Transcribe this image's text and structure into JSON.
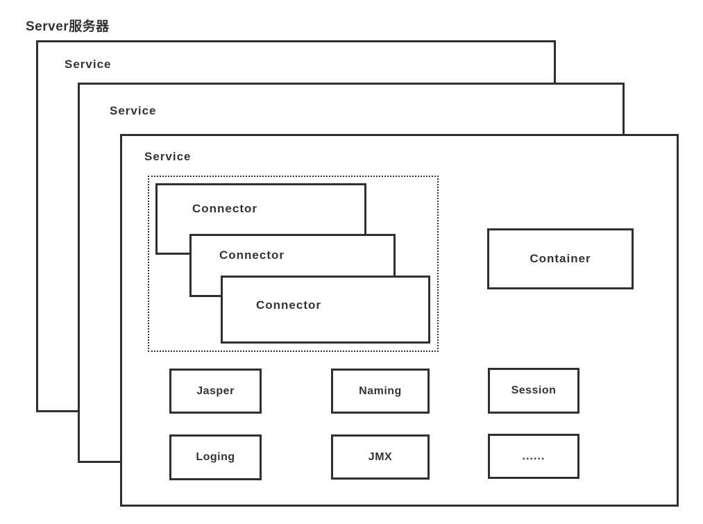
{
  "diagram": {
    "title": "Server服务器",
    "services": [
      {
        "label": "Service"
      },
      {
        "label": "Service"
      },
      {
        "label": "Service"
      }
    ],
    "connector_group": {
      "connectors": [
        {
          "label": "Connector"
        },
        {
          "label": "Connector"
        },
        {
          "label": "Connector"
        }
      ]
    },
    "container": {
      "label": "Container"
    },
    "components": [
      {
        "label": "Jasper"
      },
      {
        "label": "Naming"
      },
      {
        "label": "Session"
      },
      {
        "label": "Loging"
      },
      {
        "label": "JMX"
      },
      {
        "label": "......"
      }
    ],
    "colors": {
      "line": "#2f2f2f",
      "text": "#333333",
      "background": "#ffffff"
    }
  }
}
